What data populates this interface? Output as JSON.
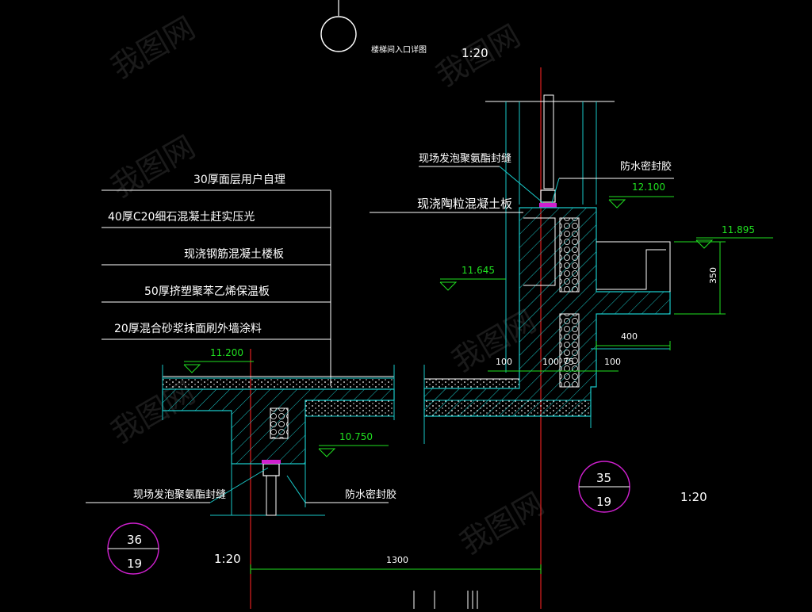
{
  "drawing": {
    "title": "楼梯间入口详图",
    "scale_top": "1:20",
    "layers_label": {
      "l1": "30厚面层用户自理",
      "l2": "40厚C20细石混凝土赶实压光",
      "l3": "现浇钢筋混凝土楼板",
      "l4": "50厚挤塑聚苯乙烯保温板",
      "l5": "20厚混合砂浆抹面刷外墙涂料"
    },
    "callouts": {
      "foam_top": "现场发泡聚氨酯封缝",
      "waterproof_top": "防水密封胶",
      "ceramsite_slab": "现浇陶粒混凝土板",
      "foam_bottom": "现场发泡聚氨酯封缝",
      "waterproof_bottom": "防水密封胶"
    },
    "elevations": {
      "e1": "12.100",
      "e2": "11.895",
      "e3": "11.645",
      "e4": "11.200",
      "e5": "10.750"
    },
    "dimensions": {
      "d350": "350",
      "d400": "400",
      "d100a": "100",
      "d100b": "100",
      "d75": "75",
      "d100c": "100",
      "d1300": "1300"
    },
    "detail_left": {
      "number": "36",
      "sheet": "19",
      "scale": "1:20"
    },
    "detail_right": {
      "number": "35",
      "sheet": "19",
      "scale": "1:20"
    }
  }
}
